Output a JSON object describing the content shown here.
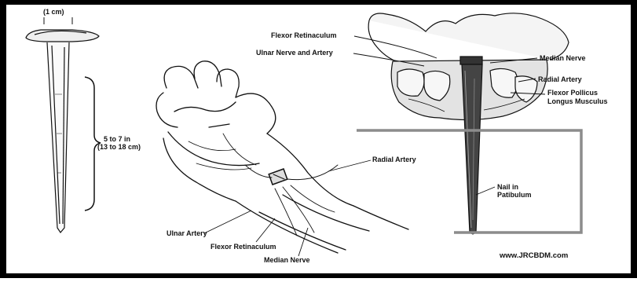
{
  "labels": {
    "nail_head_size": "(1 cm)",
    "nail_length_in": "5 to 7 in",
    "nail_length_cm": "(13 to 18 cm)",
    "flexor_retinaculum_top": "Flexor Retinaculum",
    "ulnar_nerve_artery": "Ulnar Nerve and Artery",
    "median_nerve_top": "Median Nerve",
    "radial_artery_top": "Radial Artery",
    "flexor_pollicus_1": "Flexor Pollicus",
    "flexor_pollicus_2": "Longus Musculus",
    "radial_artery_mid": "Radial Artery",
    "nail_in_1": "Nail in",
    "nail_in_2": "Patibulum",
    "ulnar_artery": "Ulnar Artery",
    "flexor_retinaculum_bottom": "Flexor Retinaculum",
    "median_nerve_bottom": "Median Nerve",
    "watermark": "www.JRCBDM.com"
  },
  "colors": {
    "frame": "#000000",
    "background": "#ffffff",
    "patibulum_outline": "#8c8c8c",
    "ink": "#111111"
  }
}
